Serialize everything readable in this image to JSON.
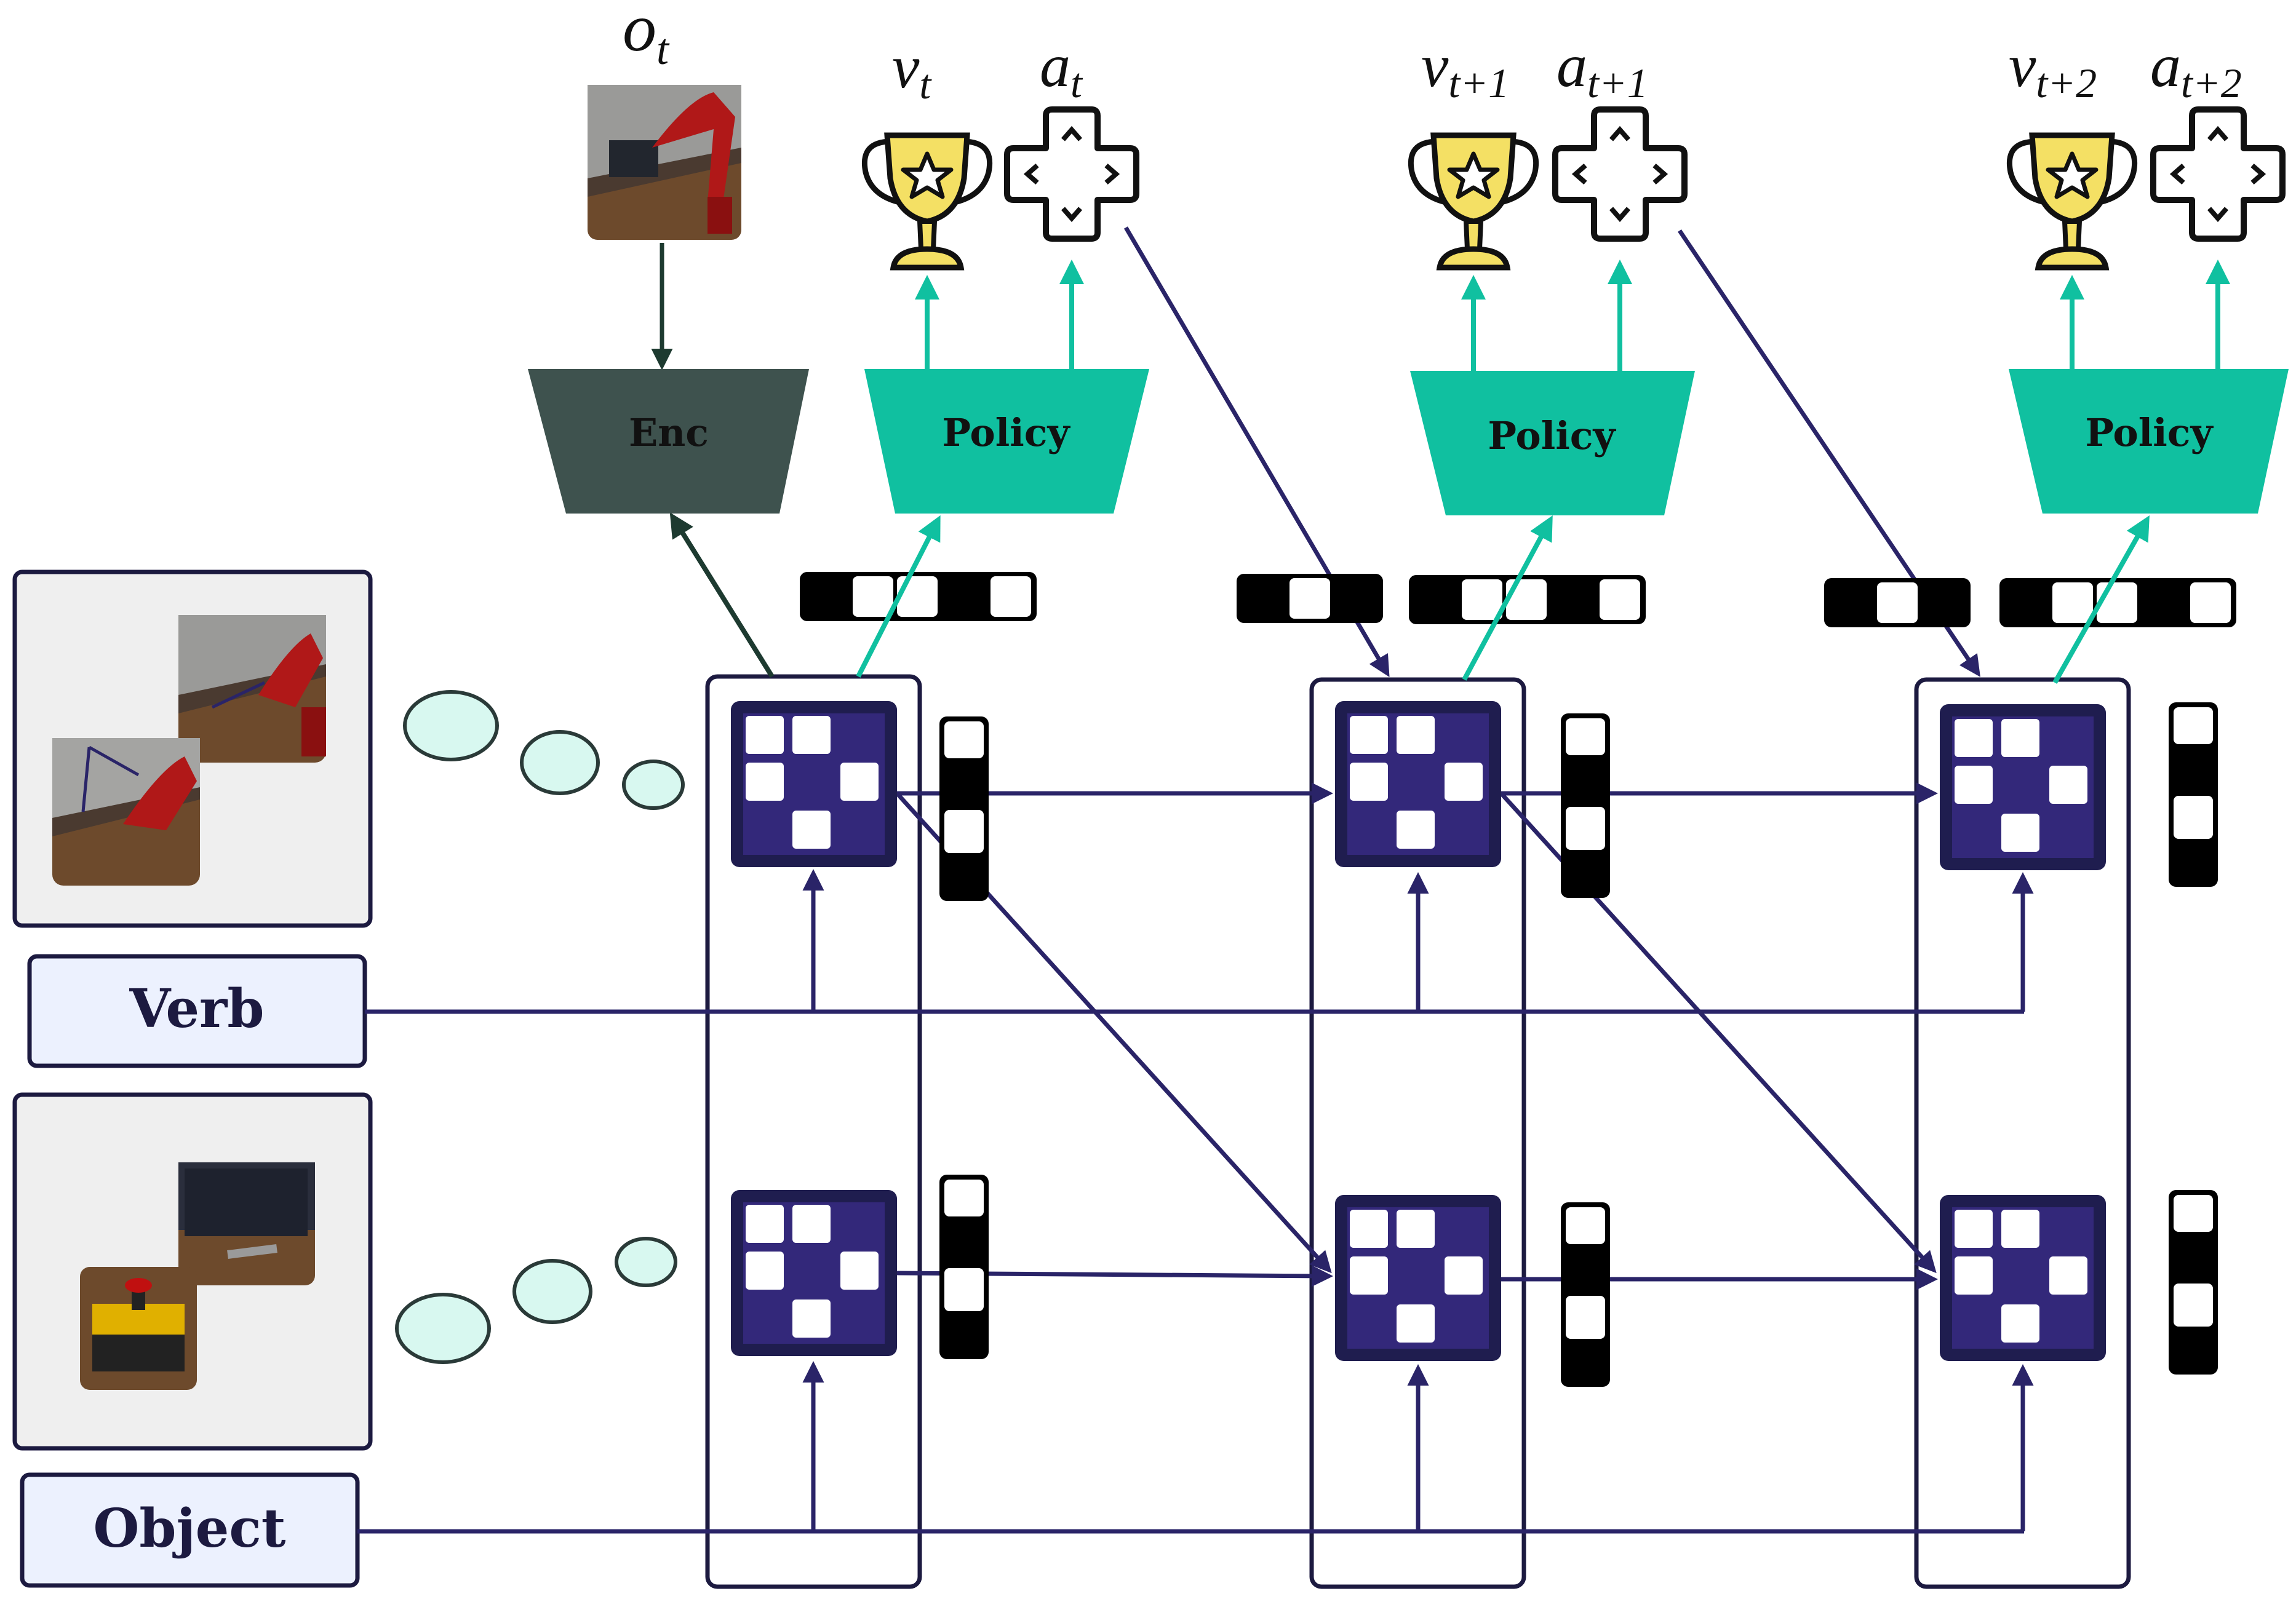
{
  "labels": {
    "verb": "Verb",
    "object": "Object",
    "enc": "Enc",
    "policy_1": "Policy",
    "policy_2": "Policy",
    "policy_3": "Policy",
    "obs_base": "o",
    "obs_sub": "t",
    "value_base": "v",
    "action_base": "a",
    "sub_t": "t",
    "sub_t1": "t+1",
    "sub_t2": "t+2"
  },
  "icons": {
    "trophy": "trophy-icon",
    "action": "dpad-icon",
    "robot_scene": "robot-arm-scene-image",
    "object_scene": "object-scene-image"
  },
  "colors": {
    "navy": "#2a2468",
    "navy_dark": "#1c1a40",
    "teal": "#10c0a0",
    "enc_gray": "#3e524e",
    "thought_bubble": "#d8f8f0",
    "panel_bg": "#efefef",
    "label_bg": "#ecf1fe",
    "trophy_gold": "#f4e064"
  }
}
